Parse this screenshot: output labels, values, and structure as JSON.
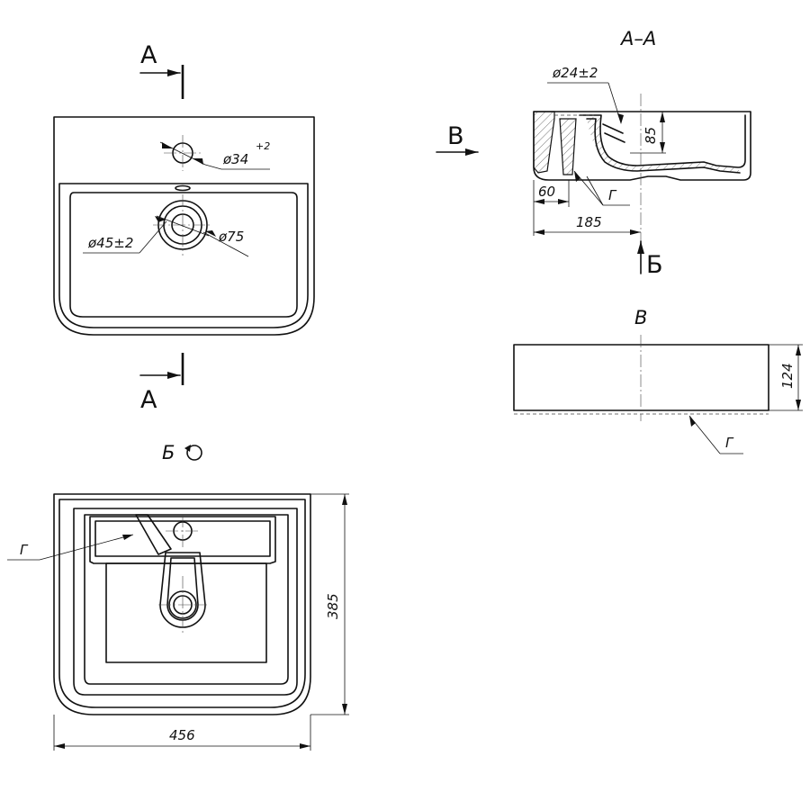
{
  "top_view": {
    "section_mark_top": "А",
    "section_mark_bottom": "А",
    "dim_tap_hole": "ø34",
    "dim_tap_hole_tol": "+2",
    "dim_drain_inner": "ø45±2",
    "dim_drain_outer": "ø75"
  },
  "section_view": {
    "title": "А–А",
    "view_arrow_label": "В",
    "dim_overflow": "ø24±2",
    "dim_depth": "85",
    "dim_offset": "60",
    "dim_drain_pos": "185",
    "note_label": "Г",
    "view_b_arrow": "Б"
  },
  "side_view": {
    "title": "В",
    "dim_height": "124",
    "note_label": "Г"
  },
  "bottom_view": {
    "title": "Б",
    "note_label": "Г",
    "dim_depth": "385",
    "dim_width": "456"
  }
}
